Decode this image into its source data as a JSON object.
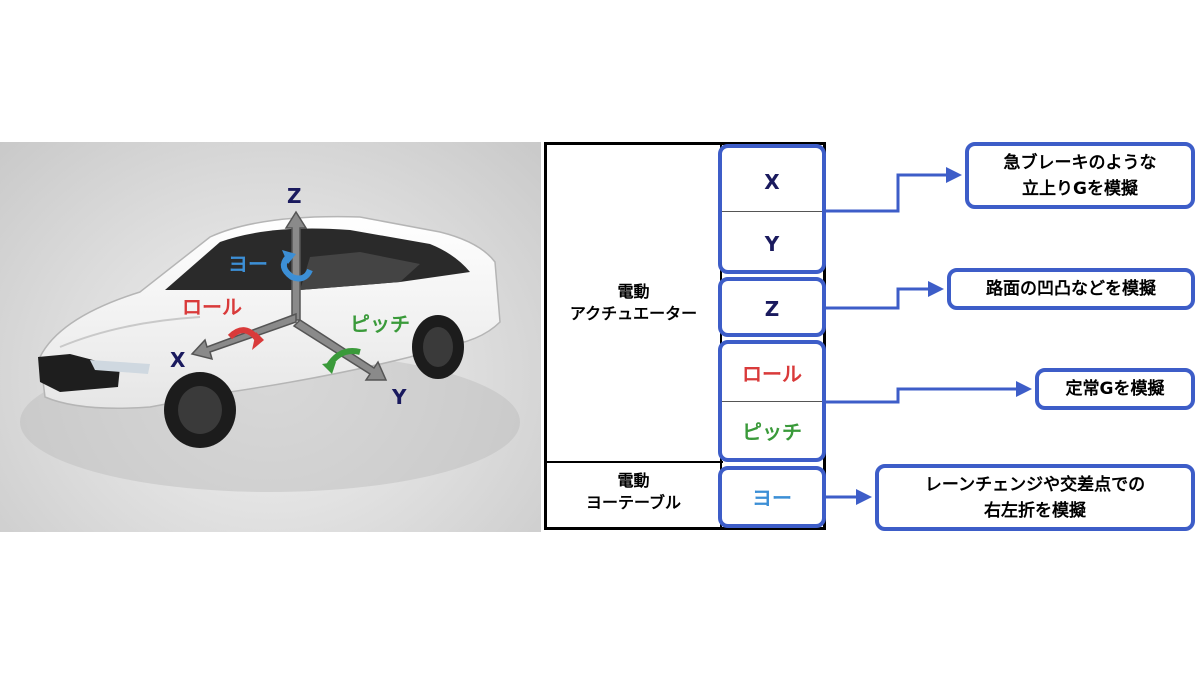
{
  "photo": {
    "axes": {
      "z": "Z",
      "x": "X",
      "y": "Y"
    },
    "rotations": {
      "yaw": "ヨー",
      "roll": "ロール",
      "pitch": "ピッチ"
    }
  },
  "table": {
    "groups": {
      "actuator": {
        "line1": "電動",
        "line2": "アクチュエーター"
      },
      "turntable": {
        "line1": "電動",
        "line2": "ヨーテーブル"
      }
    },
    "cells": {
      "x": "X",
      "y": "Y",
      "z": "Z",
      "roll": "ロール",
      "pitch": "ピッチ",
      "yaw": "ヨー"
    }
  },
  "callouts": {
    "braking": {
      "line1": "急ブレーキのような",
      "line2": "立上りGを模擬"
    },
    "road": {
      "line1": "路面の凹凸などを模擬"
    },
    "steady": {
      "line1": "定常Gを模擬"
    },
    "lane": {
      "line1": "レーンチェンジや交差点での",
      "line2": "右左折を模擬"
    }
  },
  "colors": {
    "navy": "#1a1a5e",
    "blue": "#3c8fd6",
    "red": "#d93a3a",
    "green": "#3a9a3a",
    "box_border": "#3d5dc8"
  },
  "icons": [
    "car-illustration",
    "axis-arrows",
    "rotation-arrows",
    "connector-arrows"
  ]
}
